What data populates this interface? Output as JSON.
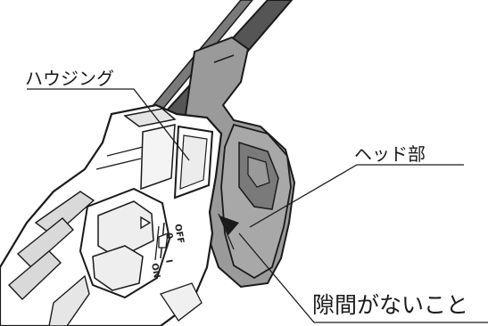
{
  "labels": {
    "housing": "ハウジング",
    "head": "ヘッド部",
    "no_gap": "隙間がないこと"
  },
  "switch_marks": {
    "off": "OFF",
    "on": "ON",
    "zero": "0",
    "one": "I"
  },
  "colors": {
    "line": "#1a1a1a",
    "head_fill": "#9a9a9a",
    "head_dark": "#7a7a7a",
    "blade": "#555555",
    "body_fill": "#ffffff",
    "shade": "#d9d9d9"
  }
}
